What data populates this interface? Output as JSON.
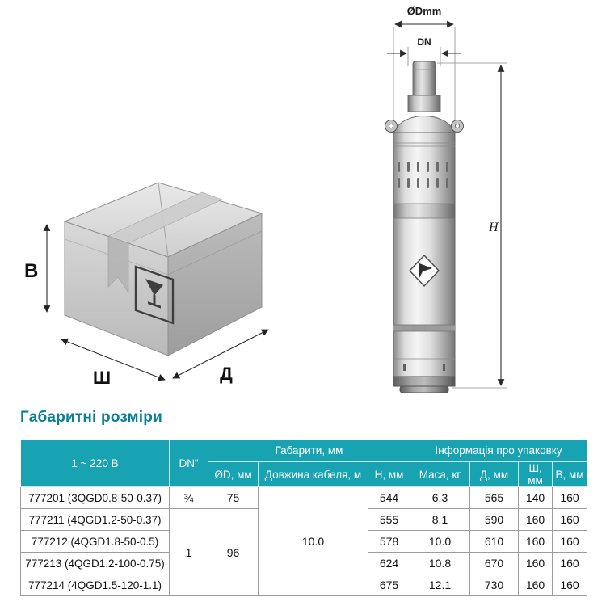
{
  "page": {
    "heading": "Габаритні розміри",
    "accent_color": "#18a3b3",
    "heading_color": "#077f95"
  },
  "box_drawing": {
    "height_label": "В",
    "width_label": "Ш",
    "depth_label": "Д"
  },
  "pump_drawing": {
    "diameter_label": "ØDmm",
    "dn_label": "DN",
    "height_label": "H"
  },
  "table": {
    "voltage_header": "1 ~ 220 В",
    "dn_header": "DN”",
    "dimensions_header": "Габарити, мм",
    "packaging_header": "Інформація про упаковку",
    "columns": {
      "d": "ØD, мм",
      "cable": "Довжина кабеля, м",
      "h": "Н, мм",
      "mass": "Маса, кг",
      "len": "Д, мм",
      "wid": "Ш, мм",
      "hei": "В, мм"
    },
    "cable_length": "10.0",
    "rows": [
      {
        "model": "777201 (3QGD0.8-50-0.37)",
        "dn": "¾",
        "diameter": "75",
        "h": "544",
        "mass": "6.3",
        "len": "565",
        "wid": "140",
        "hei": "160"
      },
      {
        "model": "777211 (4QGD1.2-50-0.37)",
        "dn": "1",
        "diameter": "96",
        "h": "555",
        "mass": "8.1",
        "len": "590",
        "wid": "160",
        "hei": "160"
      },
      {
        "model": "777212 (4QGD1.8-50-0.5)",
        "h": "578",
        "mass": "10.0",
        "len": "610",
        "wid": "160",
        "hei": "160"
      },
      {
        "model": "777213 (4QGD1.2-100-0.75)",
        "h": "624",
        "mass": "10.8",
        "len": "670",
        "wid": "160",
        "hei": "160"
      },
      {
        "model": "777214 (4QGD1.5-120-1.1)",
        "h": "675",
        "mass": "12.1",
        "len": "730",
        "wid": "160",
        "hei": "160"
      }
    ]
  }
}
